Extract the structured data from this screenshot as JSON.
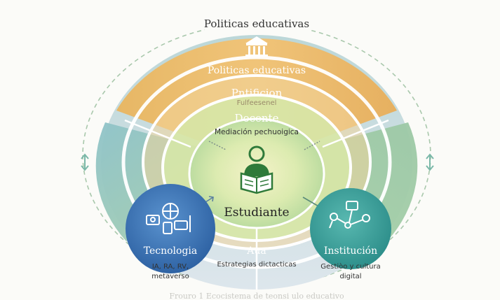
{
  "outer_label": "Politicas educativas",
  "top_band": {
    "label": "Politicas educativas"
  },
  "second_band": {
    "label": "Pntificion",
    "sublabel": "Fulfeesenel"
  },
  "docente": {
    "label": "Docente",
    "sublabel": "Mediación pechuoigica"
  },
  "center": {
    "label": "Estudiante"
  },
  "tecnologia": {
    "label": "Tecnologia",
    "line1": "IA, RA, RV,",
    "line2": "metaverso"
  },
  "aula": {
    "label": "Aua",
    "sublabel": "Estrategias dictacticas"
  },
  "institucion": {
    "label": "Institución",
    "line1": "Gestiòo y cultura",
    "line2": "digital"
  },
  "caption": "Frouro 1 Ecocistema de teonsi ulo educativo",
  "icons": {
    "building": "government-building-icon",
    "reader": "student-reading-icon",
    "tech": "technology-devices-icon",
    "institution": "institution-network-icon",
    "arrows": "double-arrow-icon"
  },
  "colors": {
    "outer_dash": "#a9c8ac",
    "top_band": "#e9b25a",
    "second_band": "#f1c98a",
    "teal": "#7fb7c2",
    "green": "#9fcb8f",
    "docente": "#cfe0a0",
    "tech_circle": "#3f78b8",
    "institution_circle": "#3ea5a0"
  }
}
